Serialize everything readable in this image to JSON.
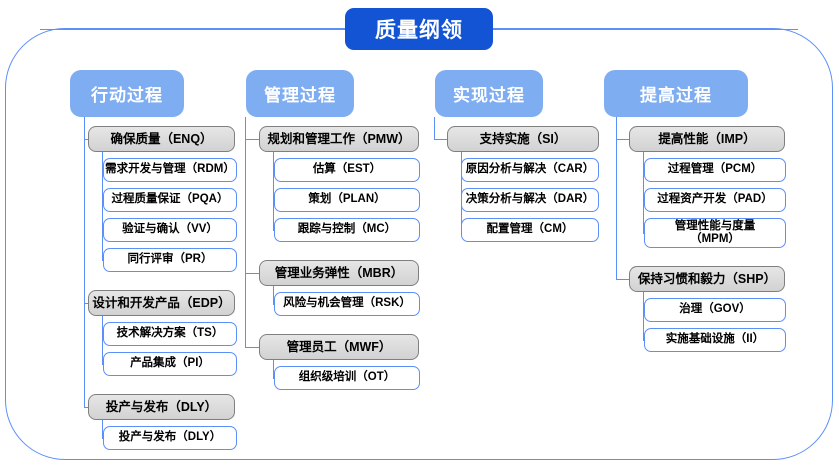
{
  "diagram": {
    "root_title": "质量纲领",
    "frame_color": "#5b8ff9",
    "root_color": "#1254d4",
    "header_color": "#7fadf2",
    "parent_color": "#d2d2d2",
    "child_border_color": "#5b8ff9"
  },
  "columns": [
    {
      "header": "行动过程",
      "groups": [
        {
          "parent": "确保质量（ENQ）",
          "children": [
            "需求开发与管理（RDM）",
            "过程质量保证（PQA）",
            "验证与确认（VV）",
            "同行评审（PR）"
          ]
        },
        {
          "parent": "设计和开发产品（EDP）",
          "children": [
            "技术解决方案（TS）",
            "产品集成（PI）"
          ]
        },
        {
          "parent": "投产与发布（DLY）",
          "children": [
            "投产与发布（DLY）"
          ]
        }
      ]
    },
    {
      "header": "管理过程",
      "groups": [
        {
          "parent": "规划和管理工作（PMW）",
          "children": [
            "估算（EST）",
            "策划（PLAN）",
            "跟踪与控制（MC）"
          ]
        },
        {
          "parent": "管理业务弹性（MBR）",
          "children": [
            "风险与机会管理（RSK）"
          ]
        },
        {
          "parent": "管理员工（MWF）",
          "children": [
            "组织级培训（OT）"
          ]
        }
      ]
    },
    {
      "header": "实现过程",
      "groups": [
        {
          "parent": "支持实施（SI）",
          "children": [
            "原因分析与解决（CAR）",
            "决策分析与解决（DAR）",
            "配置管理（CM）"
          ]
        }
      ]
    },
    {
      "header": "提高过程",
      "groups": [
        {
          "parent": "提高性能（IMP）",
          "children": [
            "过程管理（PCM）",
            "过程资产开发（PAD）",
            "管理性能与度量\n（MPM）"
          ]
        },
        {
          "parent": "保持习惯和毅力（SHP）",
          "children": [
            "治理（GOV）",
            "实施基础设施（II）"
          ]
        }
      ]
    }
  ]
}
